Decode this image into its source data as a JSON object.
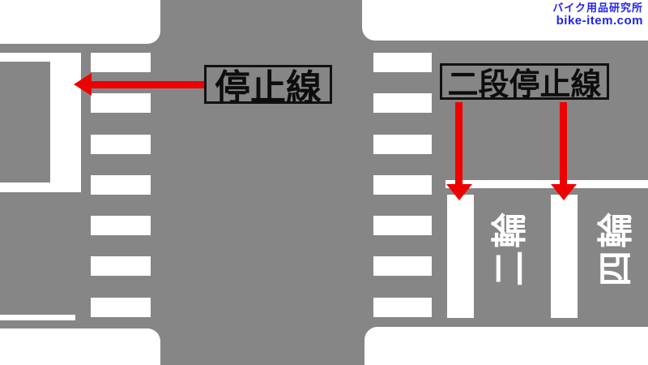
{
  "watermark": {
    "site_name": "バイク用品研究所",
    "site_url": "bike-item.com",
    "color": "#2222ee"
  },
  "annotations": {
    "stop_line_label": "停止線",
    "two_stage_stop_line_label": "二段停止線"
  },
  "road_text": {
    "motorcycle": {
      "word": "二輪",
      "chars_top_to_bottom": [
        "輪",
        "二"
      ]
    },
    "car": {
      "word": "四輪",
      "chars_top_to_bottom": [
        "輪",
        "四"
      ]
    }
  },
  "colors": {
    "road_gray": "#868686",
    "marking_white": "#ffffff",
    "arrow_red": "#ee0000",
    "label_black": "#111111",
    "brand_blue": "#2222ee"
  }
}
